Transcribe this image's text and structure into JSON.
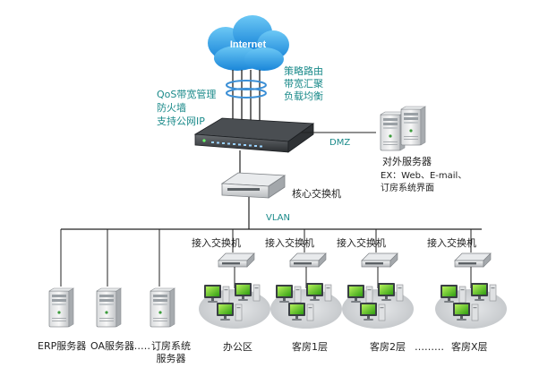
{
  "internet": {
    "label": "Internet"
  },
  "router": {
    "features_left": [
      "QoS带宽管理",
      "防火墙",
      "支持公网IP"
    ],
    "features_right": [
      "策略路由",
      "带宽汇聚",
      "负载均衡"
    ]
  },
  "dmz": {
    "label": "DMZ"
  },
  "external_server": {
    "title": "对外服务器",
    "desc_line1": "EX：Web、E-mail、",
    "desc_line2": "订房系统界面"
  },
  "core_switch": {
    "label": "核心交换机"
  },
  "vlan": {
    "label": "VLAN"
  },
  "servers": [
    {
      "label": "ERP服务器"
    },
    {
      "label": "OA服务器"
    },
    {
      "label": "订房系统\n服务器"
    }
  ],
  "server_ellipsis": "……",
  "access_switch_label": "接入交换机",
  "zones": [
    {
      "label": "办公区"
    },
    {
      "label": "客房1层"
    },
    {
      "label": "客房2层"
    },
    {
      "label": "客房X层"
    }
  ],
  "zone_ellipsis": "………"
}
